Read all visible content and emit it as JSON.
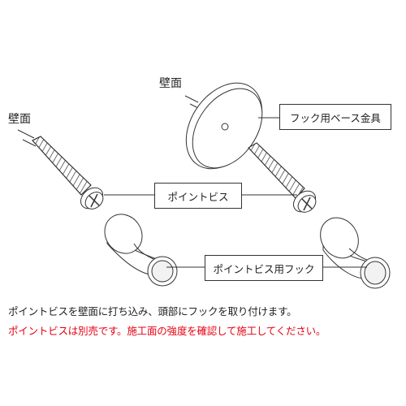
{
  "labels": {
    "wall_left": "壁面",
    "wall_right": "壁面",
    "base_plate": "フック用ベース金具",
    "point_screw": "ポイントビス",
    "point_screw_hook": "ポイントビス用フック"
  },
  "captions": {
    "line1": "ポイントビスを壁面に打ち込み、頭部にフックを取り付けます。",
    "line2": "ポイントビスは別売です。施工面の強度を確認して施工してください。"
  },
  "colors": {
    "line": "#333333",
    "caption_primary": "#222222",
    "caption_warning": "#e60012"
  }
}
